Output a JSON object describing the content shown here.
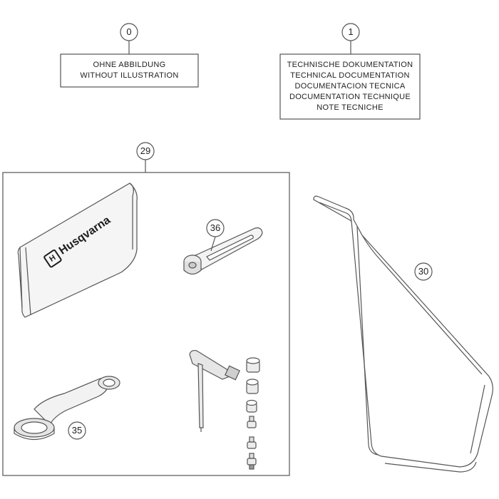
{
  "callouts": {
    "item0": "0",
    "item1": "1",
    "item29": "29",
    "item30": "30",
    "item35": "35",
    "item36": "36"
  },
  "box0_lines": [
    "OHNE ABBILDUNG",
    "WITHOUT ILLUSTRATION"
  ],
  "box1_lines": [
    "TECHNISCHE DOKUMENTATION",
    "TECHNICAL DOCUMENTATION",
    "DOCUMENTACION TECNICA",
    "DOCUMENTATION TECHNIQUE",
    "NOTE TECNICHE"
  ],
  "bag_brand": "Husqvarna",
  "colors": {
    "line": "#555555",
    "fill_light": "#f2f2f2",
    "fill_mid": "#d9d9d9"
  }
}
